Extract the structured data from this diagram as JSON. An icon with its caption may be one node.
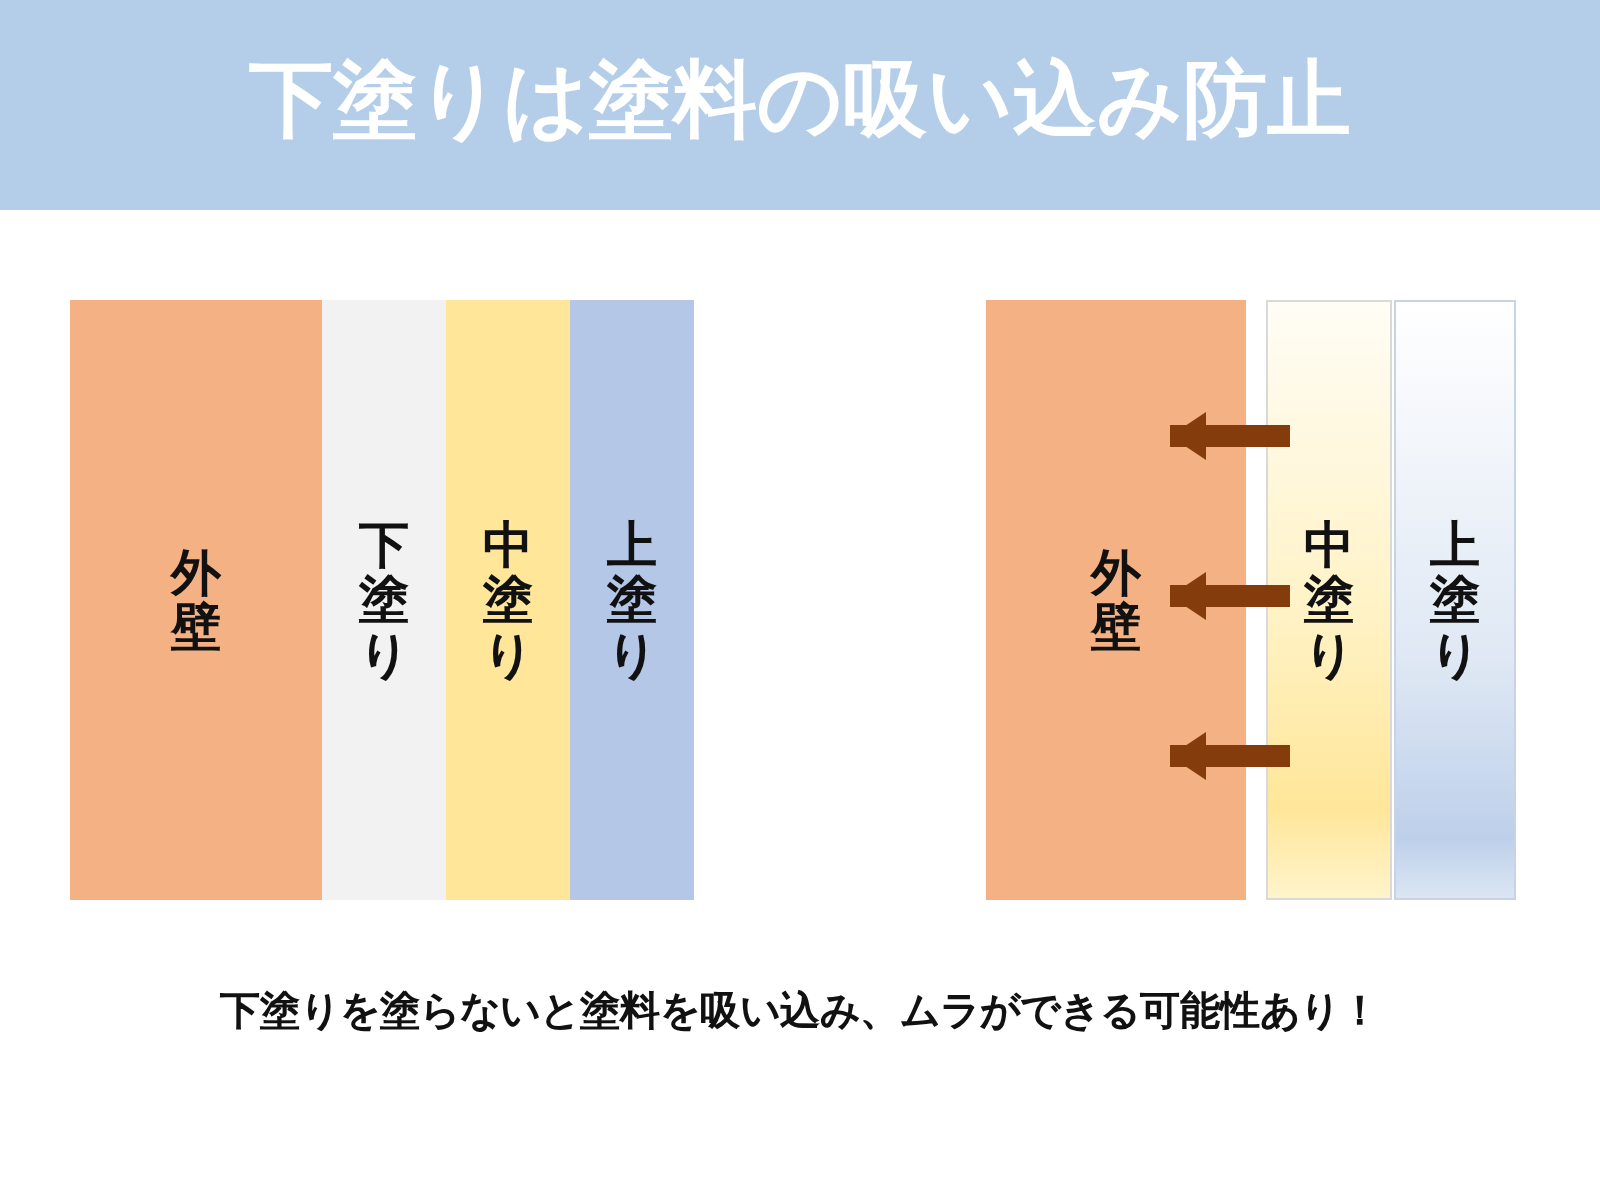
{
  "diagram": {
    "title": "下塗りは塗料の吸い込み防止",
    "caption": "下塗りを塗らないと塗料を吸い込み、ムラができる可能性あり！",
    "nodes": [
      {
        "text": [
          "外壁"
        ]
      },
      {
        "text": [
          "下塗り"
        ]
      },
      {
        "text": [
          "中塗り"
        ]
      },
      {
        "text": [
          "上塗り"
        ]
      },
      {
        "text": [
          "外壁"
        ]
      },
      {
        "text": [
          "中塗り"
        ]
      },
      {
        "text": [
          "上塗り"
        ]
      }
    ],
    "edges": [
      {
        "from": 5,
        "to": 4,
        "arrow": "to"
      },
      {
        "from": 5,
        "to": 4,
        "arrow": "to"
      },
      {
        "from": 5,
        "to": 4,
        "arrow": "to"
      }
    ]
  }
}
